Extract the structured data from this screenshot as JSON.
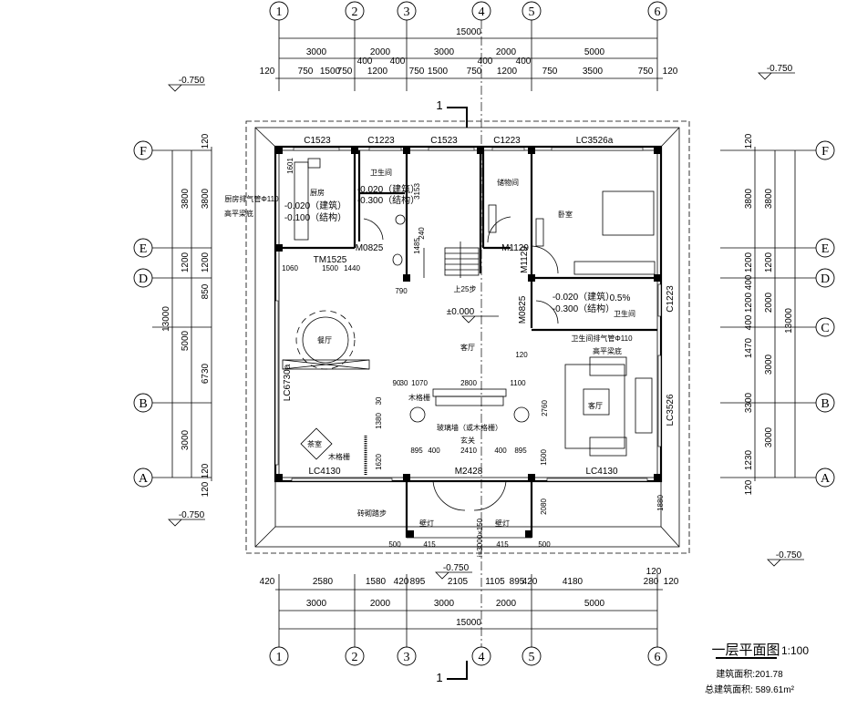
{
  "axes": {
    "cols": [
      "1",
      "2",
      "3",
      "4",
      "5",
      "6"
    ],
    "rows": [
      "A",
      "B",
      "C",
      "D",
      "E",
      "F"
    ]
  },
  "dims_top": {
    "total": "15000",
    "bays": [
      "3000",
      "2000",
      "3000",
      "2000",
      "5000"
    ],
    "detail": [
      "120",
      "750",
      "1500",
      "750",
      "400",
      "1200",
      "400",
      "750",
      "1500",
      "750",
      "400",
      "1200",
      "400",
      "750",
      "3500",
      "750",
      "120"
    ]
  },
  "dims_bottom": {
    "detail": [
      "420",
      "2580",
      "1580",
      "420",
      "895",
      "2105",
      "1105",
      "895",
      "420",
      "4180",
      "280",
      "120",
      "120"
    ],
    "bays": [
      "3000",
      "2000",
      "3000",
      "2000",
      "5000"
    ],
    "total": "15000"
  },
  "dims_left": {
    "total": "13000",
    "bays": [
      "3800",
      "1200",
      "5000",
      "3000"
    ],
    "detail": [
      "120",
      "3800",
      "1200",
      "850",
      "6730",
      "120",
      "120"
    ]
  },
  "dims_right": {
    "detail": [
      "120",
      "3800",
      "1200",
      "400",
      "1200",
      "400",
      "1470",
      "3300",
      "1230",
      "120"
    ],
    "bays": [
      "3800",
      "1200",
      "2000",
      "3000",
      "3000"
    ],
    "total": "13000"
  },
  "elevations": {
    "outdoor": "-0.750",
    "floor": "±0.000"
  },
  "section_mark": "1",
  "windows": {
    "c1523_a": "C1523",
    "c1223_a": "C1223",
    "c1523_b": "C1523",
    "c1223_b": "C1223",
    "lc3526a": "LC3526a",
    "lc4130_a": "LC4130",
    "lc4130_b": "LC4130",
    "lc6730a": "LC6730a",
    "lc3526": "LC3526",
    "c1223_c": "C1223"
  },
  "doors": {
    "m0825_a": "M0825",
    "m1129_a": "M1129",
    "m1129_b": "M1129",
    "m0825_b": "M0825",
    "tm1525": "TM1525",
    "m2428": "M2428"
  },
  "rooms": {
    "kitchen": "厨房",
    "bath_1": "卫生间",
    "storage": "储物间",
    "bedroom": "卧室",
    "dining": "餐厅",
    "living": "客厅",
    "tea": "茶室",
    "lounge": "客厅",
    "foyer": "玄关",
    "glass_wall": "玻璃墙（或木格栅）",
    "lattice_1": "木格栅",
    "lattice_2": "木格栅",
    "bath_2": "卫生间"
  },
  "room_levels": {
    "kitchen_arch": "-0.020（建筑）",
    "kitchen_struct": "-0.100（结构）",
    "bath1_arch": "-0.020（建筑）",
    "bath1_struct": "-0.300（结构）",
    "bath2_arch": "-0.020（建筑）",
    "bath2_struct": "-0.300（结构）",
    "bath2_slope": "0.5%"
  },
  "notes": {
    "kitchen_vent": "厨房排气管Φ110",
    "kitchen_beam": "高平梁底",
    "bath_vent": "卫生间排气管Φ110",
    "bath_beam": "高平梁底",
    "stairs_up": "上25步",
    "brick_steps": "砖砌踏步",
    "wall_lamp_1": "壁灯",
    "wall_lamp_2": "壁灯",
    "ramp": "i=3000×150"
  },
  "interior_dims": {
    "d1601": "1601",
    "d3153": "3153",
    "d1485": "1485",
    "d240": "240",
    "d1060": "1060",
    "d1500a": "1500",
    "d1440": "1440",
    "d790": "790",
    "d120": "120",
    "d90": "90",
    "d30a": "30",
    "d1070": "1070",
    "d2800": "2800",
    "d1100": "1100",
    "d2760": "2760",
    "d30b": "30",
    "d1380": "1380",
    "d1620": "1620",
    "d895a": "895",
    "d400a": "400",
    "d2410": "2410",
    "d400b": "400",
    "d895b": "895",
    "d1500b": "1500",
    "d2080": "2080",
    "d1880": "1880",
    "d500a": "500",
    "d415a": "415",
    "d415b": "415",
    "d500b": "500"
  },
  "title": {
    "name": "一层平面图",
    "scale": "1:100",
    "area": "建筑面积:201.78",
    "total_area": "总建筑面积: 589.61m²"
  }
}
